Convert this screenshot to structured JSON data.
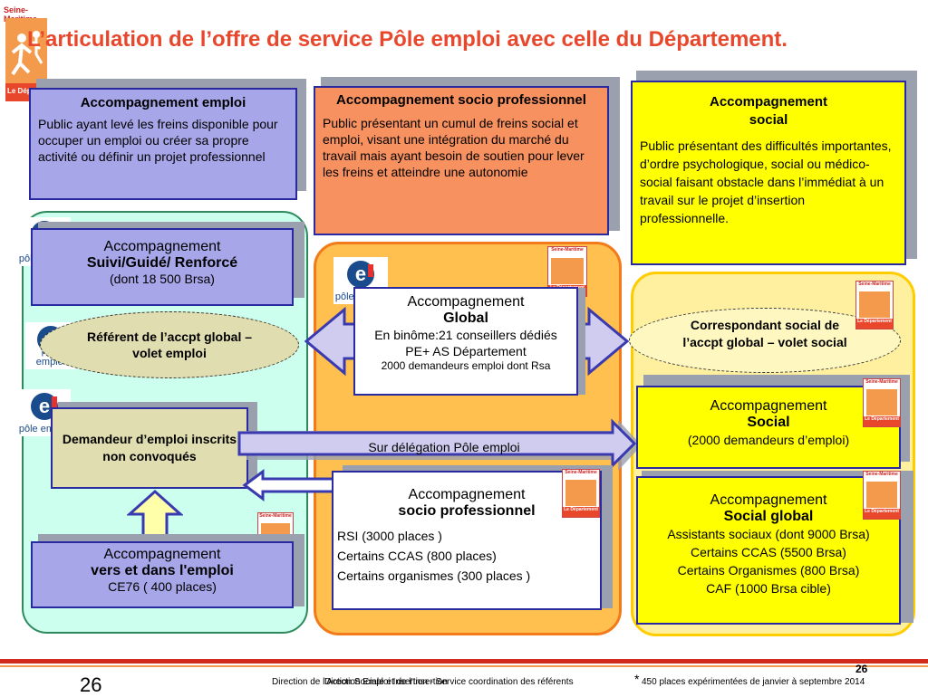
{
  "header": {
    "logo_top": "Seine-Maritime",
    "logo_bottom": "Le Département",
    "title": "L’articulation de l’offre de service Pôle emploi avec celle du Département."
  },
  "top_boxes": {
    "emploi": {
      "title": "Accompagnement emploi",
      "text": "Public ayant levé les freins disponible pour occuper un emploi ou créer sa propre activité ou définir un projet professionnel"
    },
    "socio_pro": {
      "title": "Accompagnement socio professionnel",
      "text": "Public présentant un cumul de freins social et emploi, visant une intégration du marché du travail mais ayant besoin de soutien pour lever les freins et atteindre une autonomie"
    },
    "social": {
      "title": "Accompagnement social",
      "text": "Public présentant des difficultés importantes, d’ordre psychologique, social ou médico-social faisant obstacle dans l’immédiat à un travail sur le projet d’insertion professionnelle."
    }
  },
  "left_column": {
    "suivi": {
      "line1": "Accompagnement",
      "line2": "Suivi/Guidé/ Renforcé",
      "line3": "(dont 18 500 Brsa)"
    },
    "referent": "Référent de l’accpt global – volet emploi",
    "demandeur": "Demandeur d’emploi inscrits  non convoqués",
    "vers": {
      "line1": "Accompagnement",
      "line2": "vers et dans l'emploi",
      "line3": "CE76 ( 400 places)"
    }
  },
  "middle_column": {
    "global": {
      "line1": "Accompagnement",
      "line2": "Global",
      "line3": "En binôme:21 conseillers dédiés PE+ AS Département",
      "line4": "2000 demandeurs emploi dont Rsa"
    },
    "delegation": "Sur délégation Pôle emploi",
    "socio": {
      "line1": "Accompagnement",
      "line2": "socio professionnel",
      "items": [
        "RSI (3000 places )",
        "Certains CCAS (800 places)",
        "Certains organismes (300 places )"
      ]
    }
  },
  "right_column": {
    "correspondant": "Correspondant social de l’accpt global – volet social",
    "social": {
      "line1": "Accompagnement",
      "line2": "Social",
      "line3": "(2000 demandeurs d’emploi)"
    },
    "global": {
      "line1": "Accompagnement",
      "line2": "Social global",
      "items": [
        "Assistants sociaux (dont 9000 Brsa)",
        "Certains CCAS (5500 Brsa)",
        "Certains Organismes (800 Brsa)",
        "CAF (1000 Brsa cible)"
      ]
    }
  },
  "logos": {
    "pole_emploi": "pôle emploi",
    "pe_letter": "e",
    "sm_top": "Seine-Maritime",
    "sm_bottom": "Le Département"
  },
  "footer": {
    "page_number": "26",
    "page_number_right": "26",
    "direction_text": "Direction de l'Action Sociale et de l'Insertion",
    "overlap_text": "Direction Emploi Insertion - Service coordination des référents",
    "asterisk": "*",
    "note": "450 places expérimentées de janvier à septembre 2014"
  },
  "colors": {
    "title_red": "#e8472c",
    "lavender": "#a6a6e8",
    "salmon": "#f7915f",
    "yellow": "#ffff00",
    "orange_panel": "#ffc050",
    "green_panel": "#ccffee",
    "beige_panel": "#fff0a0",
    "footer_line": "#d22a1c"
  }
}
